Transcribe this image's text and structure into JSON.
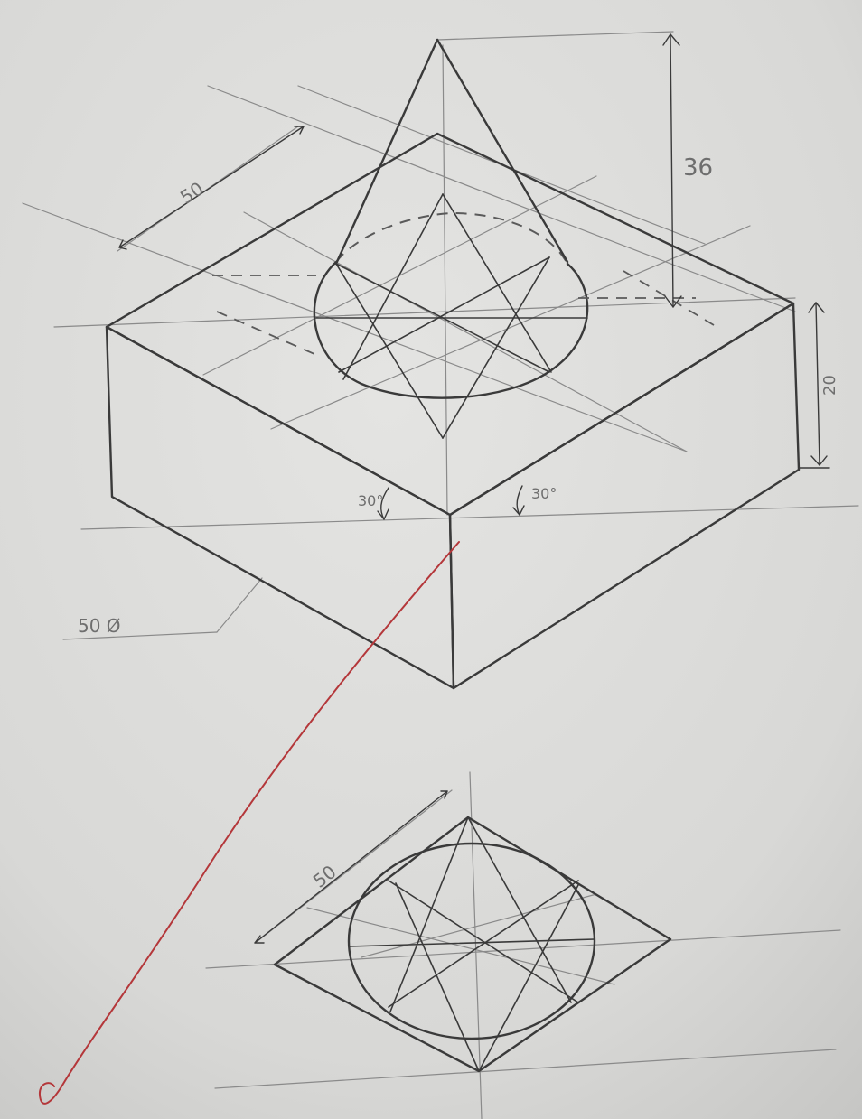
{
  "dimensions": {
    "cone_height": "36",
    "block_height": "20",
    "block_width": "50",
    "angle_left": "30°",
    "angle_right": "30°",
    "circle_note": "50 Ø",
    "plan_width": "50"
  },
  "colors": {
    "paper": "#d9d9d7",
    "pencil": "#3a3a3a",
    "construction": "#8a8a8a",
    "red_pen": "#b4373a"
  }
}
